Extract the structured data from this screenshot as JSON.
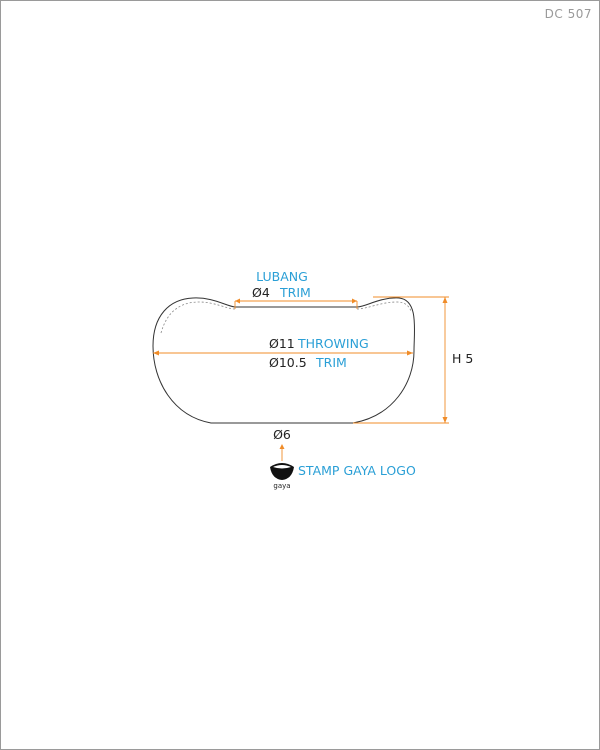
{
  "sheet": {
    "code": "DC 507"
  },
  "labels": {
    "hole_label": "LUBANG",
    "hole_dia": "Ø4",
    "hole_trim": "TRIM",
    "throwing_dia": "Ø11",
    "throwing_word": "THROWING",
    "trim_dia": "Ø10.5",
    "trim_word": "TRIM",
    "height": "H 5",
    "base_dia": "Ø6",
    "stamp": "STAMP GAYA LOGO",
    "logo_text": "gaya"
  },
  "colors": {
    "accent_blue": "#2a9fd6",
    "dimension_orange": "#f08c28",
    "outline": "#333333",
    "text": "#222222"
  }
}
